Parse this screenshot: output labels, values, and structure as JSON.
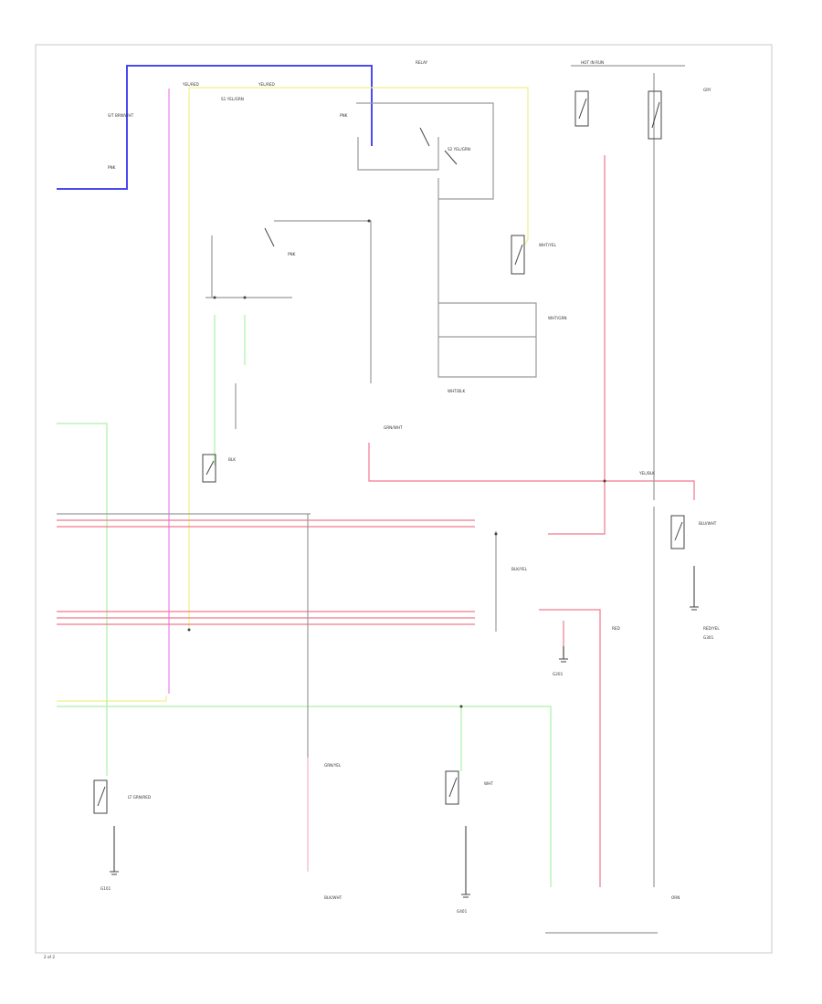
{
  "colors": {
    "blue": "#4a4af0",
    "yellow": "#f0f08a",
    "pink": "#f07ef0",
    "red": "#f07a8c",
    "green": "#aaf0aa",
    "gray": "#9a9a9a",
    "dark": "#555555"
  },
  "labels": {
    "l_page": "2 of 2",
    "l_top_yel1": "YEL/RED",
    "l_top_yel2": "YEL/RED",
    "l_relay": "RELAY",
    "l_hot": "HOT IN RUN",
    "l_s1": "S/T BRN/WHT",
    "l_s2": "PNK",
    "l_s3": "S1 YEL/GRN",
    "l_s4": "PNK",
    "l_s5": "S2 YEL/GRN",
    "l_s6": "PNK",
    "l_s7": "WHT/YEL",
    "l_s8": "WHT/GRN",
    "l_s9": "WHT/BLK",
    "l_s10": "GRN/WHT",
    "l_s11": "BLK",
    "l_s12": "BLK/YEL",
    "l_s13": "RED",
    "l_s14": "YEL/BLK",
    "l_s15": "BLU/WHT",
    "l_s16": "RED/YEL",
    "l_s17": "LT GRN/RED",
    "l_s18": "GRN/YEL",
    "l_s19": "WHT",
    "l_s20": "BLK/WHT",
    "l_s21": "ORN",
    "l_s22": "GRY",
    "l_s23": "G101",
    "l_s24": "G401",
    "l_s25": "G201",
    "l_s26": "G301"
  }
}
